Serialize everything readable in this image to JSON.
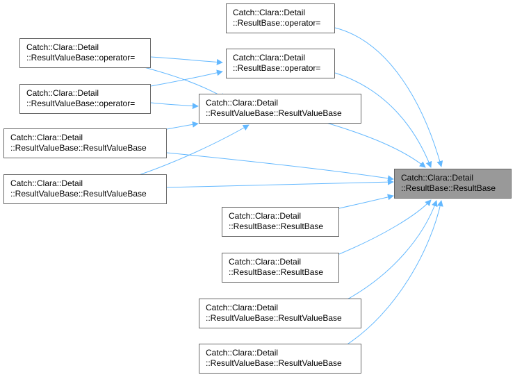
{
  "nodes": {
    "target": {
      "line1": "Catch::Clara::Detail",
      "line2": "::ResultBase::ResultBase"
    },
    "rb_op_a": {
      "line1": "Catch::Clara::Detail",
      "line2": "::ResultBase::operator="
    },
    "rvb_op_a": {
      "line1": "Catch::Clara::Detail",
      "line2": "::ResultValueBase::operator="
    },
    "rb_op_b": {
      "line1": "Catch::Clara::Detail",
      "line2": "::ResultBase::operator="
    },
    "rvb_op_b": {
      "line1": "Catch::Clara::Detail",
      "line2": "::ResultValueBase::operator="
    },
    "rvb_ctor_mid": {
      "line1": "Catch::Clara::Detail",
      "line2": "::ResultValueBase::ResultValueBase"
    },
    "rvb_ctor_l1": {
      "line1": "Catch::Clara::Detail",
      "line2": "::ResultValueBase::ResultValueBase"
    },
    "rvb_ctor_l2": {
      "line1": "Catch::Clara::Detail",
      "line2": "::ResultValueBase::ResultValueBase"
    },
    "rb_ctor_1": {
      "line1": "Catch::Clara::Detail",
      "line2": "::ResultBase::ResultBase"
    },
    "rb_ctor_2": {
      "line1": "Catch::Clara::Detail",
      "line2": "::ResultBase::ResultBase"
    },
    "rvb_ctor_b1": {
      "line1": "Catch::Clara::Detail",
      "line2": "::ResultValueBase::ResultValueBase"
    },
    "rvb_ctor_b2": {
      "line1": "Catch::Clara::Detail",
      "line2": "::ResultValueBase::ResultValueBase"
    }
  },
  "colors": {
    "edge": "#63b8ff",
    "target_fill": "#999999",
    "border": "#666666"
  }
}
